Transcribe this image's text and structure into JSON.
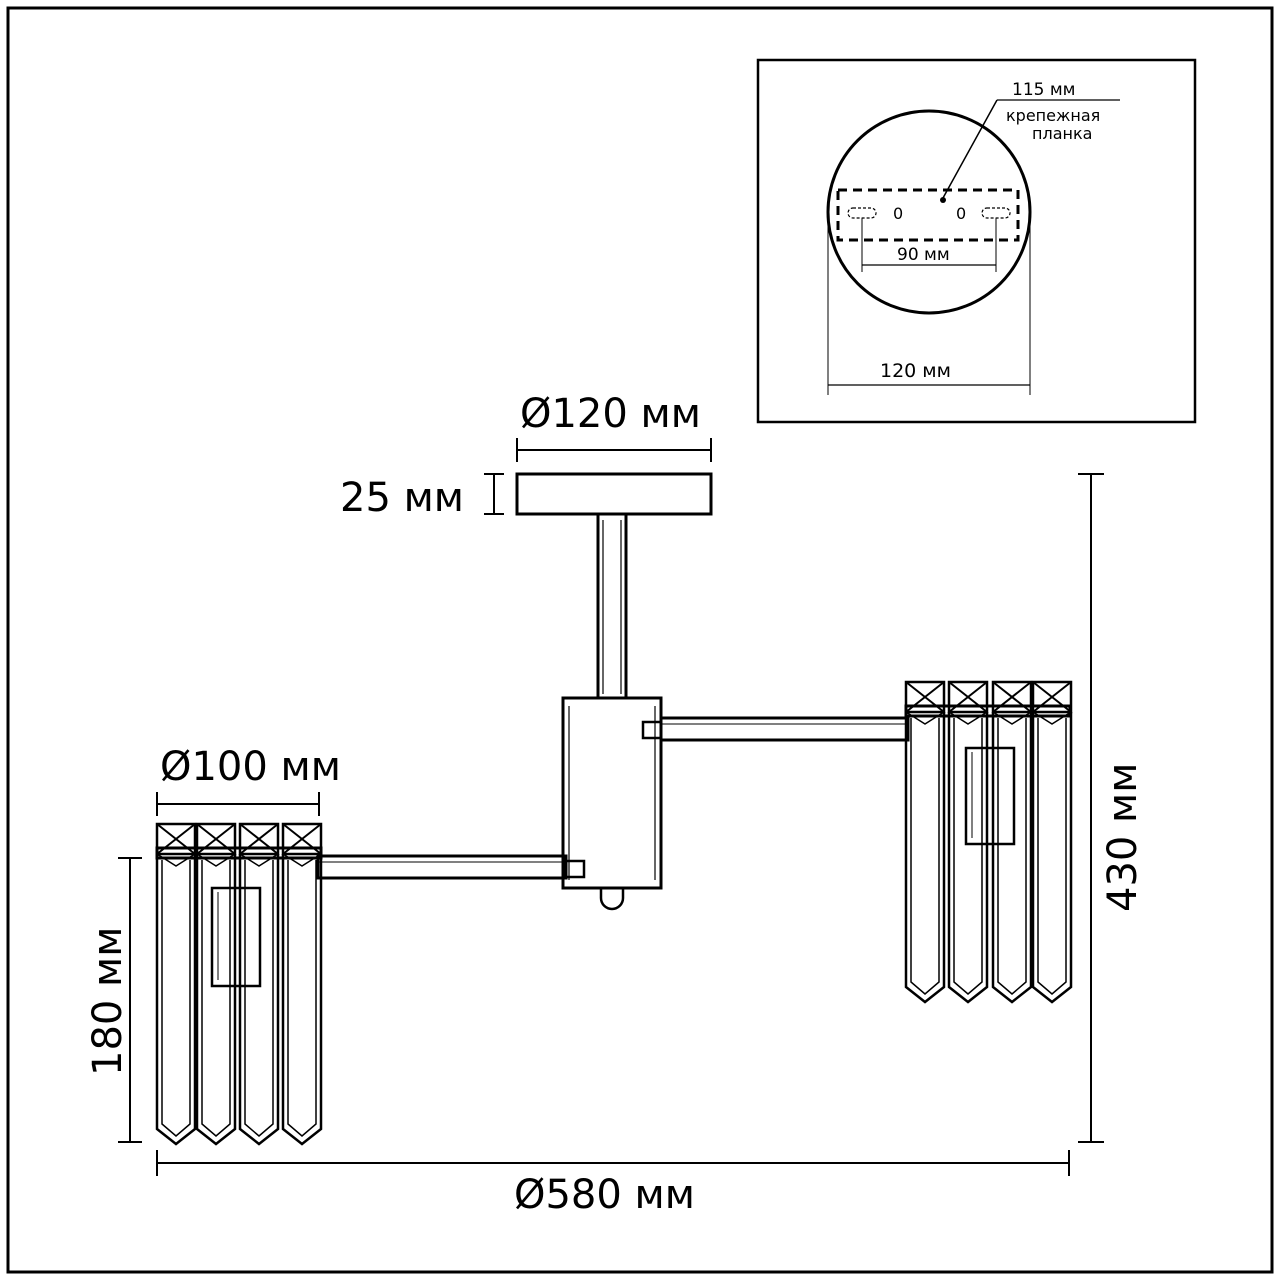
{
  "dimensions": {
    "canopy_diameter": "Ø120 мм",
    "canopy_height": "25 мм",
    "shade_diameter": "Ø100 мм",
    "shade_height": "180 мм",
    "total_height": "430 мм",
    "total_width": "Ø580 мм"
  },
  "inset": {
    "bracket_length": "115 мм",
    "bracket_label_line1": "крепежная",
    "bracket_label_line2": "планка",
    "hole_spacing": "90 мм",
    "plate_diameter": "120 мм",
    "hole_left_mark": "0",
    "hole_right_mark": "0"
  }
}
